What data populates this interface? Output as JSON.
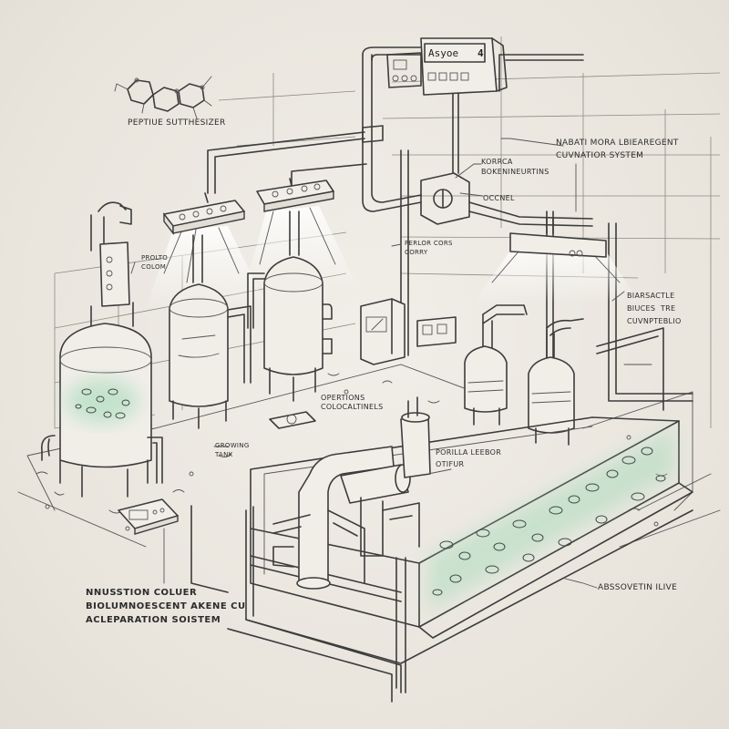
{
  "labels": {
    "peptide_synthesizer": "PEPTIUE SUTTHESIZER",
    "nanofluidic_cultivation": "NABATI MORA LBIEAREGENT\nCUVNATIOR SYSTEM",
    "control_unit": "KORRCA\nBOKENINEURTINS",
    "control_small": "OCCNEL",
    "feeder_cores": "PERLOR CORS\nCORRY",
    "reactor_column": "PROLTO\nCOLOM",
    "bioreactor_mini": "BIARSACTLE\nBIUCES  TRE\nCUVNPTEBLIO",
    "operation_control": "OPERTIONS\nCOLOCALTINELS",
    "growth_tank_note": "GROWING\nTANK",
    "peristaltic_pump": "PORILLA LEEBOR\nOTIFUR",
    "bioluminescent_system": "NNUSSTION COLUER\nBIOLUMNOESCENT AKENE CU\nACLEPARATION SOISTEM",
    "absorption_line": "ABSSOVETIN ILIVE"
  },
  "display": {
    "readout": "Asyoe",
    "channel": "4"
  },
  "colors": {
    "ink": "#3c3c3c",
    "paper": "#ece9e2",
    "algae_green": "#9fd9b6"
  },
  "icons": [
    "molecule-icon",
    "grow-light-icon",
    "control-display-icon",
    "valve-icon",
    "handheld-controller-icon"
  ]
}
